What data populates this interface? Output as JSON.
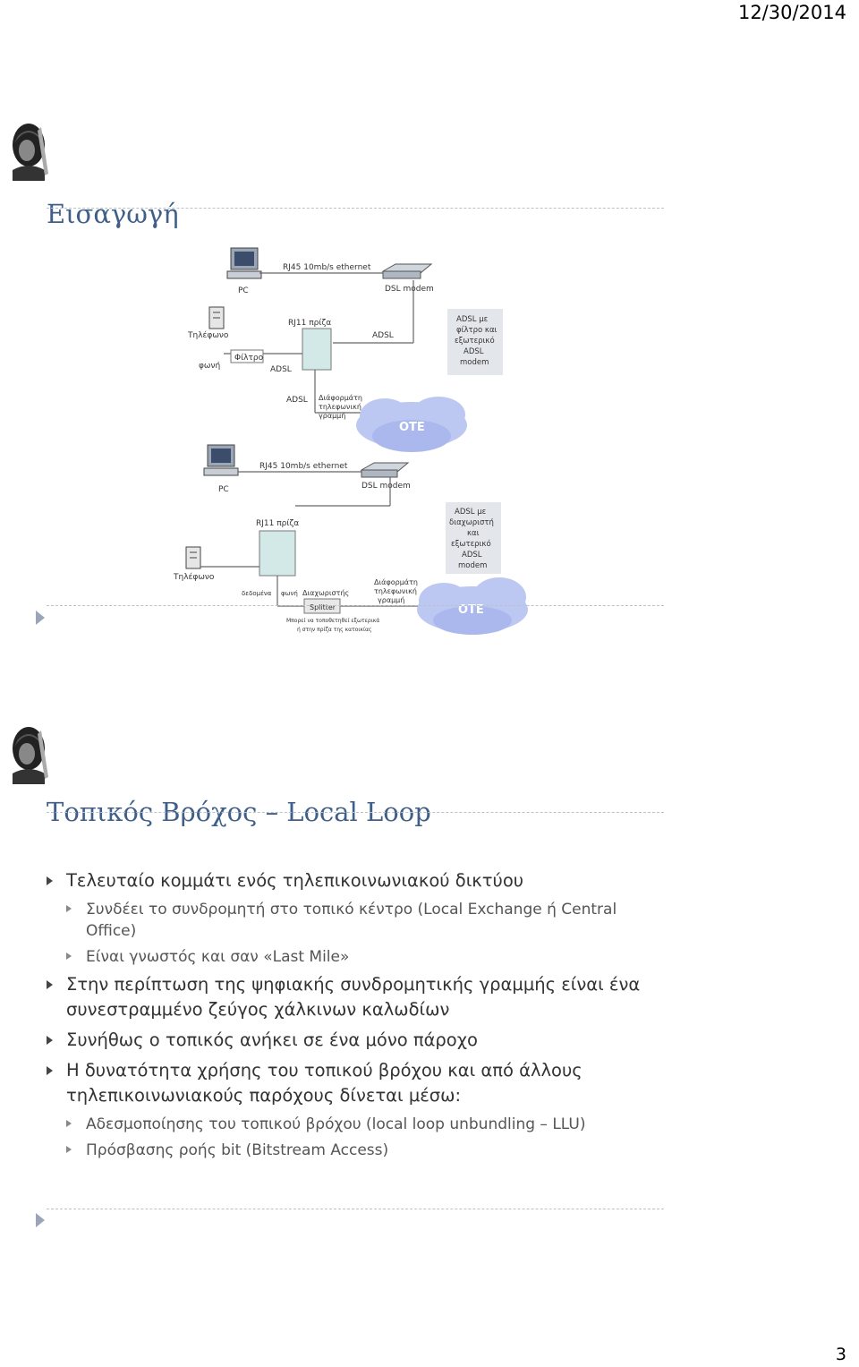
{
  "header": {
    "date": "12/30/2014"
  },
  "footer": {
    "page_number": "3"
  },
  "slide1": {
    "title": "Εισαγωγή",
    "diagram": {
      "top": {
        "pc": "PC",
        "rj45": "RJ45 10mb/s ethernet",
        "dsl_modem": "DSL modem",
        "rj11": "RJ11 πρίζα",
        "adsl_line": "ADSL",
        "phone": "Τηλέφωνο",
        "voice": "φωνή",
        "filter": "Φίλτρο",
        "adsl_small": "ADSL",
        "adsl_bottom": "ADSL",
        "twisted_pair": [
          "Διάφορμάτη",
          "τηλεφωνική",
          "γραμμή"
        ],
        "cloud": "OTE",
        "note": [
          "ADSL με",
          "φίλτρο και",
          "εξωτερικό",
          "ADSL",
          "modem"
        ]
      },
      "bottom": {
        "pc": "PC",
        "rj45": "RJ45 10mb/s ethernet",
        "dsl_modem": "DSL modem",
        "rj11": "RJ11 πρίζα",
        "phone": "Τηλέφωνο",
        "data": "δεδομένα",
        "voice": "φωνή",
        "splitter_label": "Διαχωριστής",
        "splitter": "Splitter",
        "splitter_note": [
          "Μπορεί να τοποθετηθεί εξωτερικά",
          "ή στην πρίζα της κατοικίας"
        ],
        "twisted_pair": [
          "Διάφορμάτη",
          "τηλεφωνική",
          "γραμμή"
        ],
        "cloud": "OTE",
        "note": [
          "ADSL με",
          "διαχωριστή",
          "και",
          "εξωτερικό",
          "ADSL",
          "modem"
        ]
      }
    }
  },
  "slide2": {
    "title": "Τοπικός Βρόχος – Local Loop",
    "bullets": [
      {
        "level": 1,
        "text": "Τελευταίο κομμάτι ενός τηλεπικοινωνιακού δικτύου"
      },
      {
        "level": 2,
        "text": "Συνδέει το συνδρομητή στο τοπικό κέντρο (Local Exchange ή Central Office)"
      },
      {
        "level": 2,
        "text": "Είναι γνωστός και σαν «Last Mile»"
      },
      {
        "level": 1,
        "text": "Στην περίπτωση της ψηφιακής συνδρομητικής γραμμής είναι ένα συνεστραμμένο ζεύγος χάλκινων καλωδίων"
      },
      {
        "level": 1,
        "text": "Συνήθως ο τοπικός ανήκει σε ένα μόνο πάροχο"
      },
      {
        "level": 1,
        "text": "Η δυνατότητα χρήσης του τοπικού βρόχου και από άλλους τηλεπικοινωνιακούς παρόχους δίνεται μέσω:"
      },
      {
        "level": 2,
        "text": "Αδεσμοποίησης του τοπικού βρόχου (local loop unbundling – LLU)"
      },
      {
        "level": 2,
        "text": "Πρόσβασης ροής bit (Bitstream Access)"
      }
    ]
  }
}
